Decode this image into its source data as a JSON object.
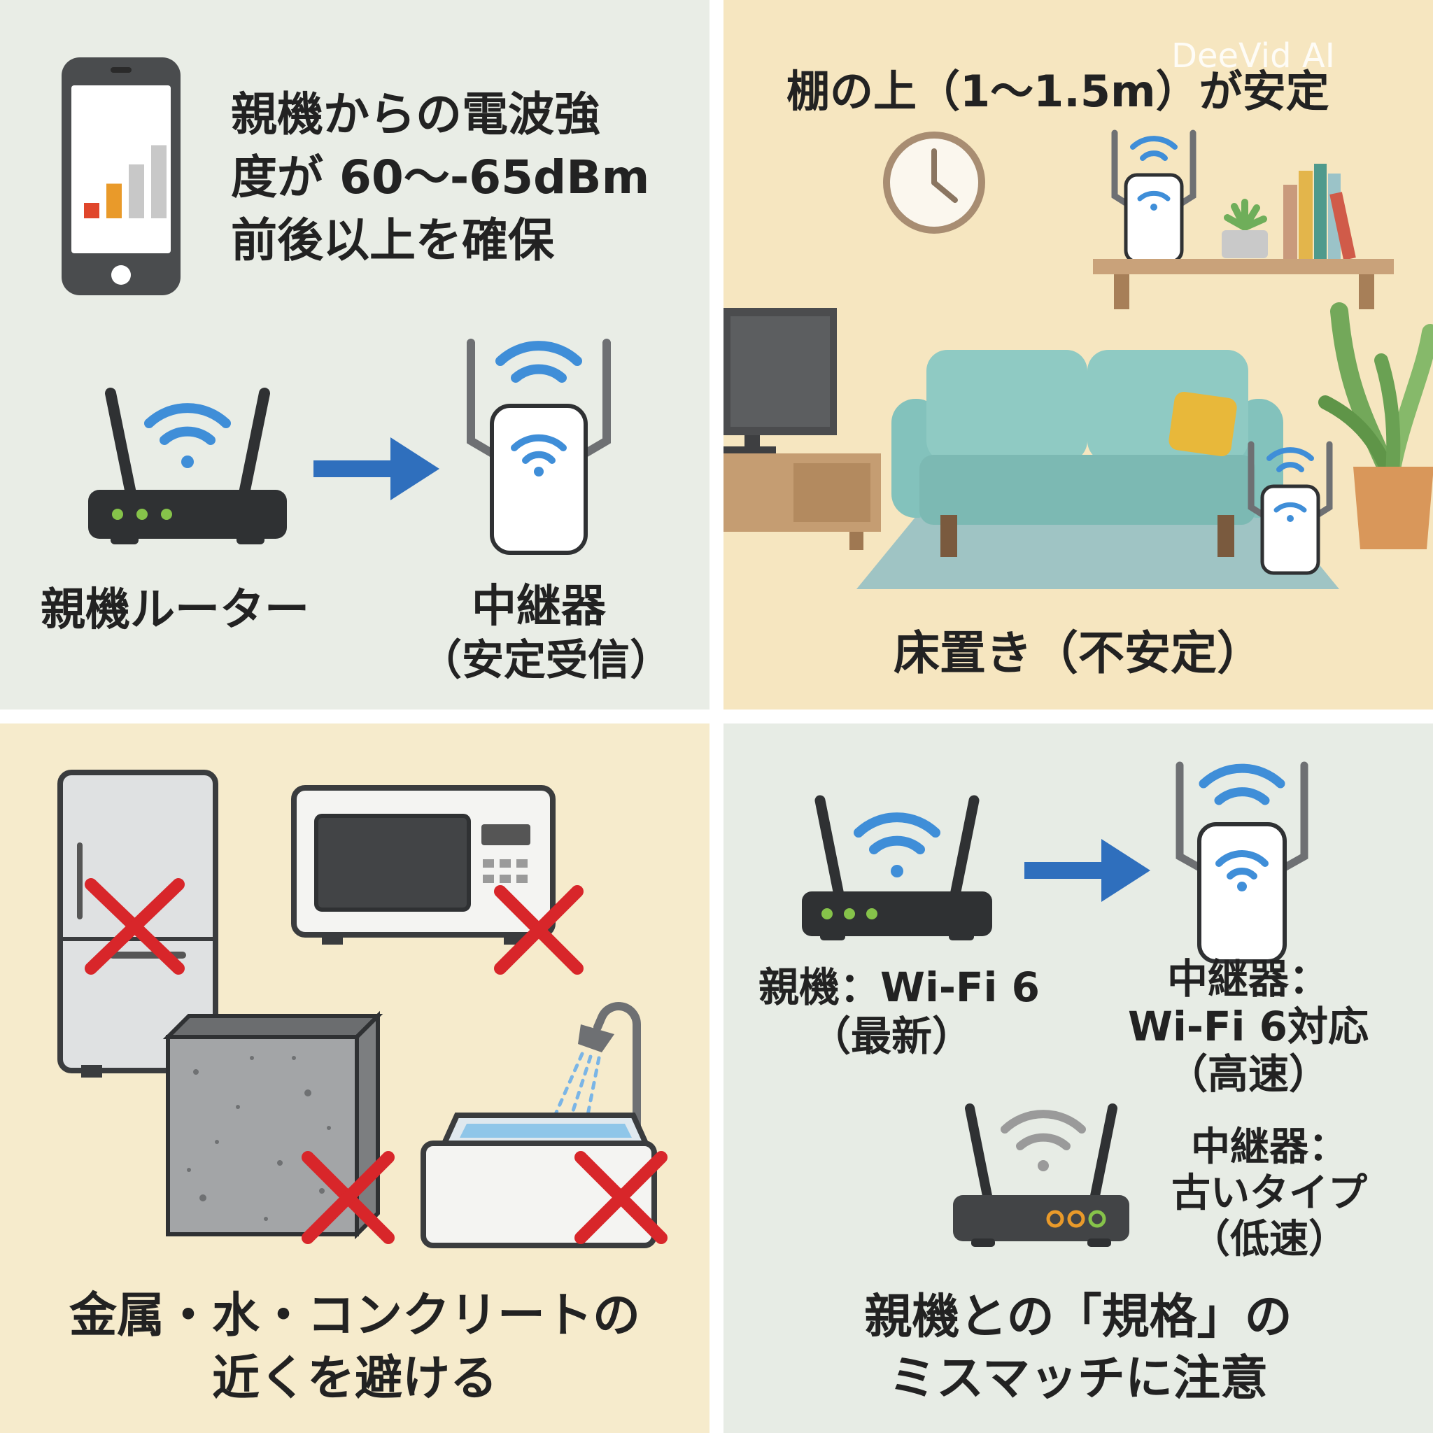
{
  "colors": {
    "wifi_blue": "#3f8ed8",
    "arrow_blue": "#2f6fbd",
    "cross_red": "#d8262a",
    "router_dark": "#2f3133",
    "led_green": "#86c34a",
    "led_orange": "#e99a2a",
    "wifi_gray": "#9a9a9a",
    "sofa_teal": "#83c2bc",
    "cushion_yellow": "#e8b83a"
  },
  "signal_tip": {
    "line1": "親機からの電波強",
    "line2": "度が 60〜-65dBm",
    "line3": "前後以上を確保",
    "router_label": "親機ルーター",
    "repeater_label": "中継器",
    "repeater_sub": "（安定受信）",
    "bar_heights": [
      0.2,
      0.45,
      0.7,
      0.95
    ]
  },
  "placement": {
    "title": "棚の上（1〜1.5m）が安定",
    "floor_label": "床置き（不安定）",
    "watermark": "DeeVid AI"
  },
  "obstacles": {
    "line1": "金属・水・コンクリートの",
    "line2": "近くを避ける"
  },
  "standards": {
    "parent_label": "親機：Wi-Fi 6",
    "parent_sub": "（最新）",
    "repeater_new_l1": "中継器：",
    "repeater_new_l2": "Wi-Fi 6対応",
    "repeater_new_l3": "（高速）",
    "repeater_old_l1": "中継器：",
    "repeater_old_l2": "古いタイプ",
    "repeater_old_l3": "（低速）",
    "title_l1": "親機との「規格」の",
    "title_l2": "ミスマッチに注意"
  }
}
